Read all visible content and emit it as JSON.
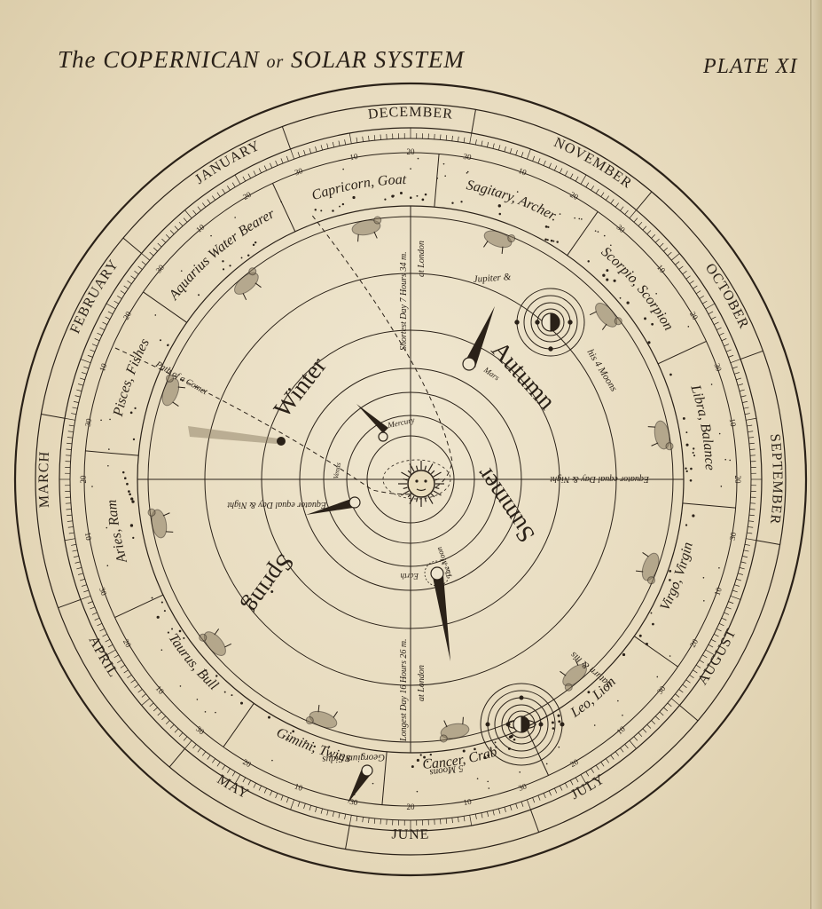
{
  "title": {
    "main": "The COPERNICAN",
    "connector": "or",
    "system": "SOLAR SYSTEM"
  },
  "plate_label": "PLATE XI",
  "months": [
    "DECEMBER",
    "NOVEMBER",
    "OCTOBER",
    "SEPTEMBER",
    "AUGUST",
    "JULY",
    "JUNE",
    "MAY",
    "APRIL",
    "MARCH",
    "FEBRUARY",
    "JANUARY"
  ],
  "day_ticks": [
    "10",
    "20",
    "30"
  ],
  "zodiac": [
    "Sagitary, Archer.",
    "Scorpio, Scorpion",
    "Libra, Balance",
    "Virgo, Virgin",
    "Leo, Lion",
    "Cancer, Crab",
    "Gimini, Twins",
    "Taurus, Bull",
    "Aries, Ram",
    "Pisces, Fishes",
    "Aquarius Water Bearer",
    "Capricorn, Goat"
  ],
  "seasons": {
    "winter": "Winter",
    "autumn": "Autumn",
    "summer": "Summer",
    "spring": "Spring"
  },
  "planets": {
    "mercury": "Mercury",
    "venus": "Venus",
    "earth": "Earth",
    "moon": "The Moon",
    "mars": "Mars",
    "jupiter": "Jupiter &",
    "jupiter_moons": "his 4 Moons",
    "saturn": "Saturn & his",
    "saturn_moons": "5 Moons",
    "georgium": "Georgium Sidus"
  },
  "lines": {
    "shortest_day": "Shortest Day 7 Hours 34 m.",
    "longest_day": "Longest Day 16 Hours 26 m.",
    "at_london": "at London",
    "equator_left": "Equator equal Day & Night",
    "equator_right": "Equator equal Day & Night",
    "comet": "Path of a Comet"
  }
}
